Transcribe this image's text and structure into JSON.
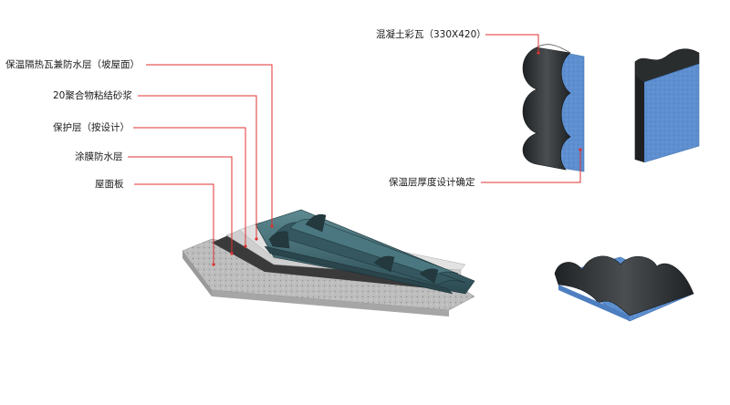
{
  "colors": {
    "leader": "#e03030",
    "tile_dark": "#2c2f30",
    "tile_teal": "#3f6a73",
    "insulation_blue": "#5f8fcf",
    "concrete": "#b8b8b8"
  },
  "labels": {
    "left": [
      "保温隔热瓦兼防水层（坡屋面）",
      "20聚合物粘结砂浆",
      "保护层（按设计）",
      "涂膜防水层",
      "屋面板"
    ],
    "tile": "混凝土彩瓦（330X420）",
    "insulation_thickness": "保温层厚度设计确定"
  }
}
